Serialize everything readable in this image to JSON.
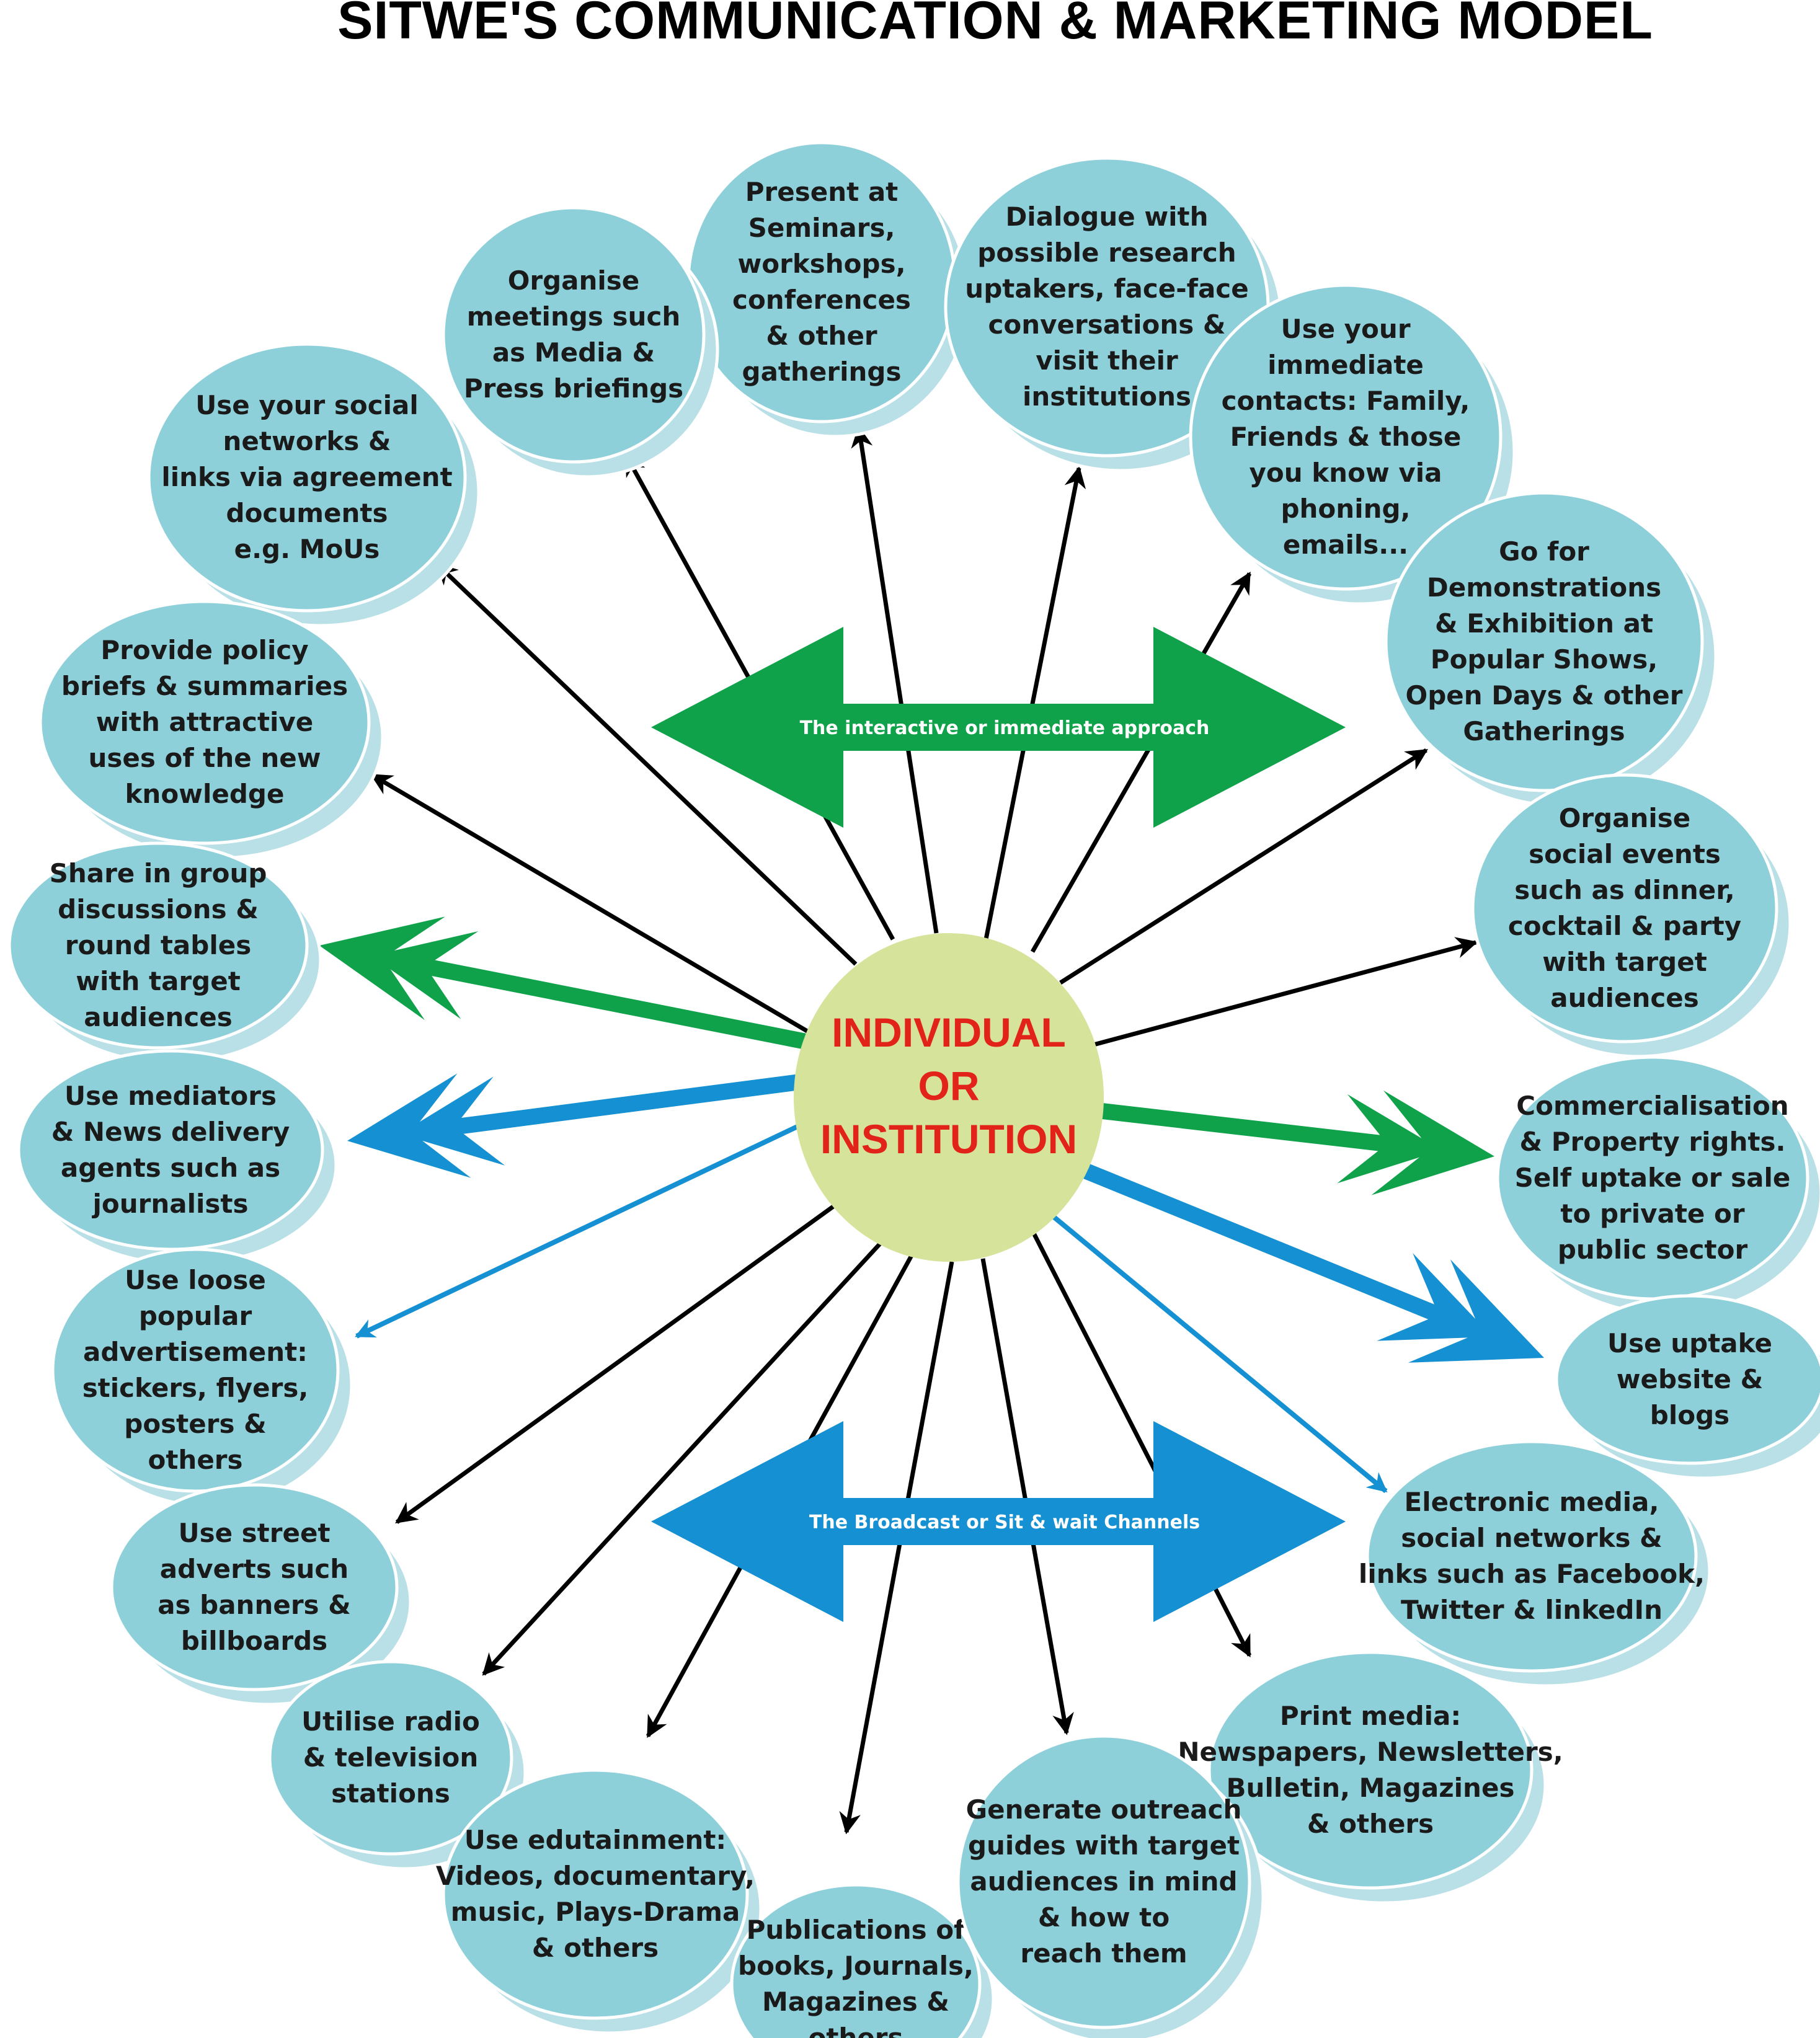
{
  "title": "SITWE'S COMMUNICATION & MARKETING MODEL",
  "center": {
    "lines": [
      "INDIVIDUAL",
      "OR",
      "INSTITUTION"
    ],
    "fill": "#d6e39a",
    "text_color": "#e2231a"
  },
  "colors": {
    "bubble": "#8ed0d9",
    "bubble_shadow": "#b9e0e6",
    "bubble_stroke": "#ffffff",
    "green": "#0fa24a",
    "blue": "#1590d2",
    "arrow_black": "#000000"
  },
  "bands": {
    "interactive": {
      "label": "The interactive or immediate approach",
      "color": "#0fa24a"
    },
    "broadcast": {
      "label": "The Broadcast or Sit & wait Channels",
      "color": "#1590d2"
    }
  },
  "bubbles": [
    {
      "id": "present-seminars",
      "lines": [
        "Present at",
        "Seminars,",
        "workshops,",
        "conferences",
        "& other",
        "gatherings"
      ],
      "arrow": "black"
    },
    {
      "id": "organise-meetings",
      "lines": [
        "Organise",
        "meetings such",
        "as Media  &",
        "Press briefings"
      ],
      "arrow": "black"
    },
    {
      "id": "dialogue-uptakers",
      "lines": [
        "Dialogue with",
        "possible research",
        "uptakers, face-face",
        "conversations &",
        "visit their",
        "institutions"
      ],
      "arrow": "black"
    },
    {
      "id": "social-networks-mous",
      "lines": [
        "Use your social",
        "networks &",
        "links via agreement",
        "documents",
        "e.g. MoUs"
      ],
      "arrow": "black"
    },
    {
      "id": "immediate-contacts",
      "lines": [
        "Use your",
        "immediate",
        "contacts: Family,",
        "Friends & those",
        "you know via",
        "phoning,",
        "emails..."
      ],
      "arrow": "black"
    },
    {
      "id": "demonstrations",
      "lines": [
        "Go for",
        "Demonstrations",
        "& Exhibition at",
        "Popular Shows,",
        "Open Days & other",
        "Gatherings"
      ],
      "arrow": "black"
    },
    {
      "id": "policy-briefs",
      "lines": [
        "Provide policy",
        "briefs & summaries",
        "with attractive",
        "uses of the new",
        "knowledge"
      ],
      "arrow": "black"
    },
    {
      "id": "social-events",
      "lines": [
        "Organise",
        "social  events",
        "such as dinner,",
        "cocktail & party",
        "with target",
        "audiences"
      ],
      "arrow": "black"
    },
    {
      "id": "group-discussions",
      "lines": [
        "Share in group",
        "discussions &",
        "round tables",
        "with target",
        "audiences"
      ],
      "arrow": "green-thick"
    },
    {
      "id": "commercialisation",
      "lines": [
        "Commercialisation",
        "& Property rights.",
        "Self uptake or sale",
        "to  private or",
        "public sector"
      ],
      "arrow": "green-thick"
    },
    {
      "id": "mediators",
      "lines": [
        "Use mediators",
        "& News delivery",
        "agents such as",
        "journalists"
      ],
      "arrow": "blue-thick"
    },
    {
      "id": "uptake-website",
      "lines": [
        "Use uptake",
        "website &",
        "blogs"
      ],
      "arrow": "blue-thick"
    },
    {
      "id": "loose-advertisement",
      "lines": [
        "Use loose",
        "popular",
        "advertisement:",
        "stickers, flyers,",
        "posters &",
        "others"
      ],
      "arrow": "blue-thin"
    },
    {
      "id": "electronic-media",
      "lines": [
        "Electronic media,",
        "social networks &",
        "links such as Facebook,",
        "Twitter & linkedIn"
      ],
      "arrow": "blue-thin"
    },
    {
      "id": "street-adverts",
      "lines": [
        "Use street",
        "adverts such",
        "as banners &",
        "billboards"
      ],
      "arrow": "black"
    },
    {
      "id": "print-media",
      "lines": [
        "Print media:",
        "Newspapers, Newsletters,",
        "Bulletin, Magazines",
        "& others"
      ],
      "arrow": "black"
    },
    {
      "id": "radio-tv",
      "lines": [
        "Utilise radio",
        "& television",
        "stations"
      ],
      "arrow": "black"
    },
    {
      "id": "edutainment",
      "lines": [
        "Use edutainment:",
        "Videos, documentary,",
        "music, Plays-Drama",
        "& others"
      ],
      "arrow": "black"
    },
    {
      "id": "publications",
      "lines": [
        "Publications of",
        "books, Journals,",
        "Magazines &",
        "others"
      ],
      "arrow": "black"
    },
    {
      "id": "outreach-guides",
      "lines": [
        "Generate outreach",
        "guides with target",
        "audiences  in mind",
        "& how to",
        "reach them"
      ],
      "arrow": "black"
    }
  ]
}
